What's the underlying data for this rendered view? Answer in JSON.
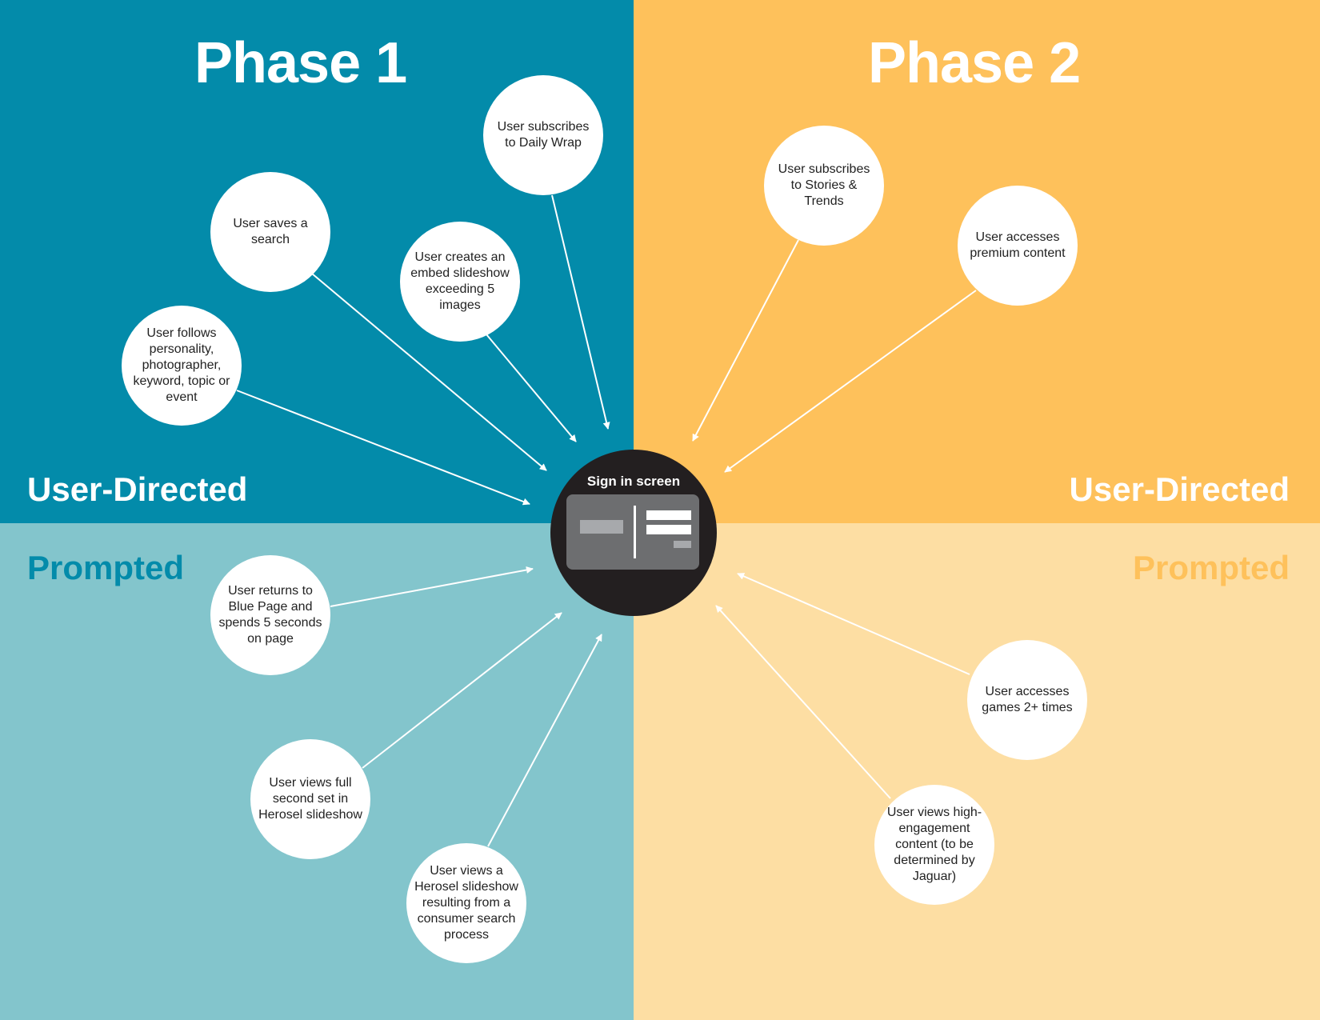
{
  "phases": {
    "left": "Phase 1",
    "right": "Phase 2"
  },
  "labels": {
    "user_directed_left": "User-Directed",
    "user_directed_right": "User-Directed",
    "prompted_left": "Prompted",
    "prompted_right": "Prompted"
  },
  "center": {
    "label": "Sign in screen"
  },
  "triggers": {
    "phase1_user_directed": [
      "User subscribes to Daily Wrap",
      "User saves a search",
      "User creates an embed slideshow exceeding 5 images",
      "User follows personality, photographer, keyword, topic or event"
    ],
    "phase2_user_directed": [
      "User subscribes to Stories & Trends",
      "User accesses premium content"
    ],
    "phase1_prompted": [
      "User returns to Blue Page and spends 5 seconds on page",
      "User views full second set in Herosel slideshow",
      "User views a Herosel slideshow resulting from a consumer search process"
    ],
    "phase2_prompted": [
      "User accesses games 2+ times",
      "User views high-engagement content (to be determined by Jaguar)"
    ]
  },
  "colors": {
    "phase1_user_directed": "#038baa",
    "phase2_user_directed": "#fec15b",
    "phase1_prompted": "#83c5cc",
    "phase2_prompted": "#fddea3",
    "hub": "#231f20"
  }
}
